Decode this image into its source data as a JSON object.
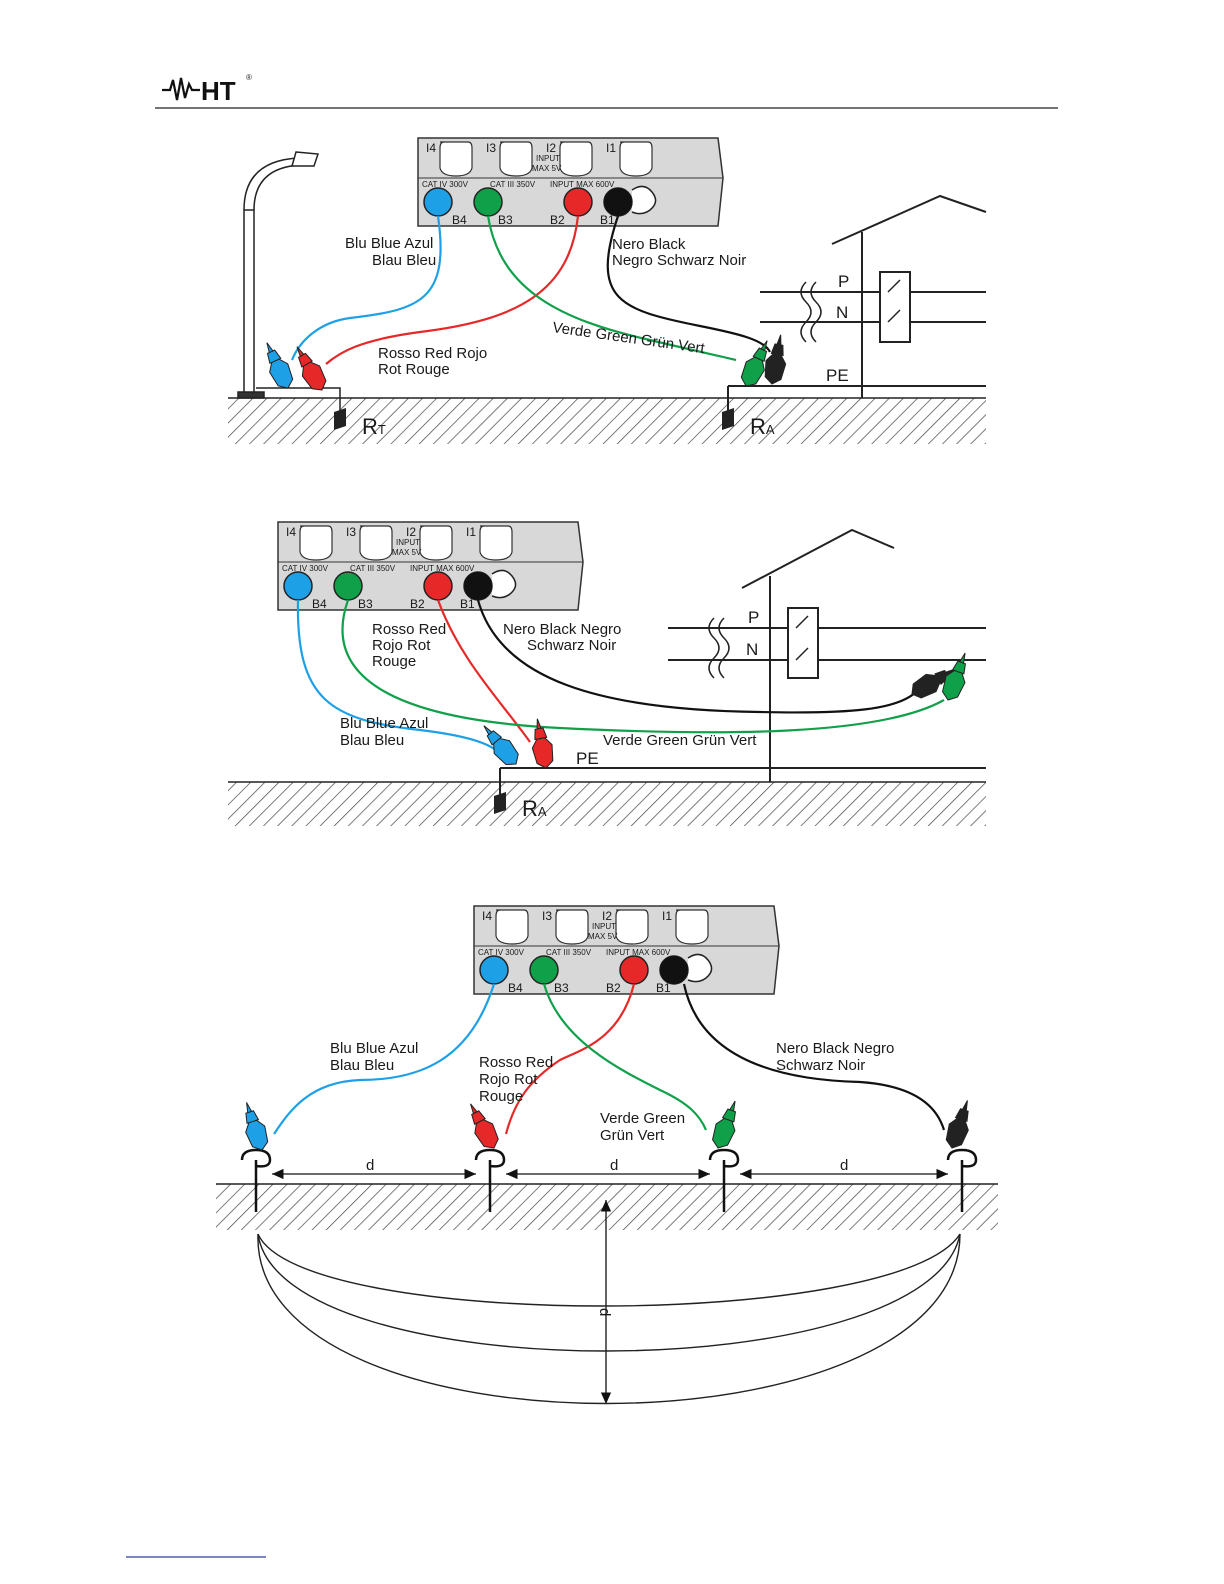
{
  "header": {
    "logo": "HT",
    "logo_mark": "®"
  },
  "colors": {
    "blue": "#1ea0e6",
    "green": "#10a04a",
    "red": "#e62828",
    "black": "#111111",
    "instrument": "#d8d8d8"
  },
  "instrument": {
    "inputs": [
      "I4",
      "I3",
      "I2",
      "I1"
    ],
    "input_note_1": "INPUT",
    "input_note_2": "MAX 5V",
    "cat_1": "CAT IV 300V",
    "cat_2": "CAT III 350V",
    "cat_3": "INPUT MAX 600V",
    "terminals": [
      "B4",
      "B3",
      "B2",
      "B1"
    ]
  },
  "diagram1": {
    "blue_label": [
      "Blu  Blue  Azul",
      "Blau  Bleu"
    ],
    "red_label": [
      "Rosso  Red  Rojo",
      "Rot  Rouge"
    ],
    "green_label": "Verde  Green  Grün  Vert",
    "black_label": [
      "Nero  Black",
      "Negro  Schwarz  Noir"
    ],
    "phase": "P",
    "neutral": "N",
    "pe": "PE",
    "rt_main": "R",
    "rt_sub": "T",
    "ra_main": "R",
    "ra_sub": "A"
  },
  "diagram2": {
    "red_label": [
      "Rosso  Red",
      "Rojo  Rot",
      "Rouge"
    ],
    "black_label": [
      "Nero  Black  Negro",
      "Schwarz  Noir"
    ],
    "blue_label": [
      "Blu  Blue  Azul",
      "Blau  Bleu"
    ],
    "green_label": "Verde  Green  Grün  Vert",
    "phase": "P",
    "neutral": "N",
    "pe": "PE",
    "ra_main": "R",
    "ra_sub": "A"
  },
  "diagram3": {
    "blue_label": [
      "Blu  Blue  Azul",
      "Blau  Bleu"
    ],
    "red_label": [
      "Rosso  Red",
      "Rojo  Rot",
      "Rouge"
    ],
    "green_label": [
      "Verde  Green",
      "Grün  Vert"
    ],
    "black_label": [
      "Nero  Black  Negro",
      "Schwarz  Noir"
    ],
    "distance": "d"
  }
}
